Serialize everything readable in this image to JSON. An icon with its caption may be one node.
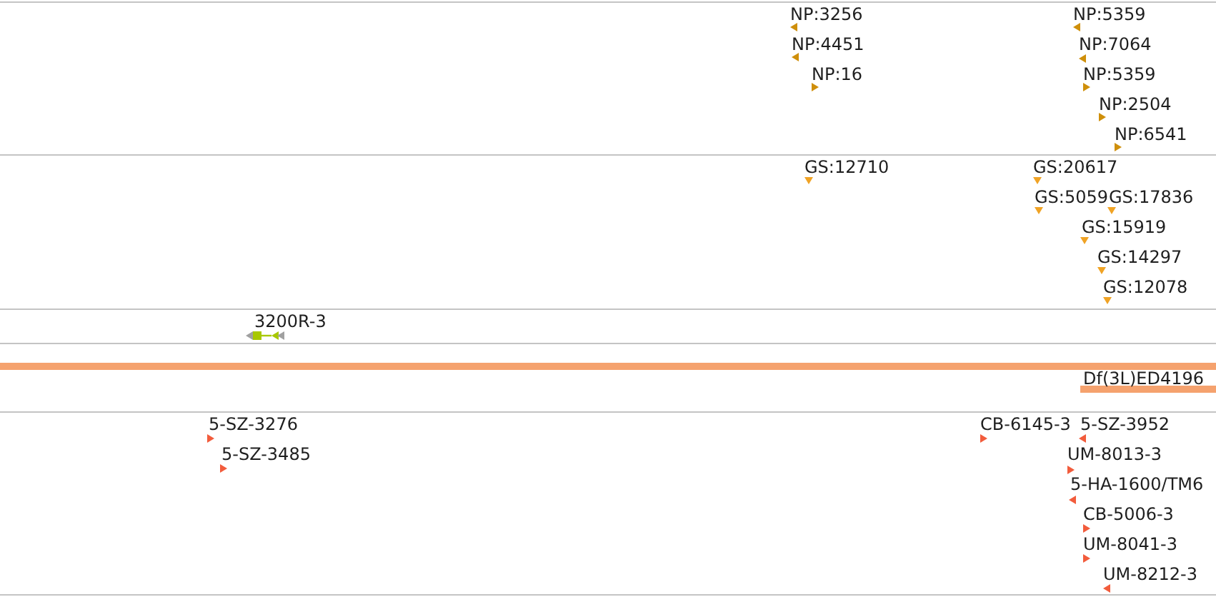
{
  "diagram": {
    "labels": [
      "NP:3256",
      "NP:5359",
      "NP:4451",
      "NP:7064",
      "NP:16",
      "NP:5359",
      "NP:2504",
      "NP:6541",
      "GS:12710",
      "GS:20617",
      "GS:5059",
      "GS:17836",
      "GS:15919",
      "GS:14297",
      "GS:12078",
      "3200R-3",
      "Df(3L)ED4196",
      "5-SZ-3276",
      "CB-6145-3",
      "5-SZ-3952",
      "5-SZ-3485",
      "UM-8013-3",
      "5-HA-1600/TM6",
      "CB-5006-3",
      "UM-8041-3",
      "UM-8212-3"
    ]
  }
}
